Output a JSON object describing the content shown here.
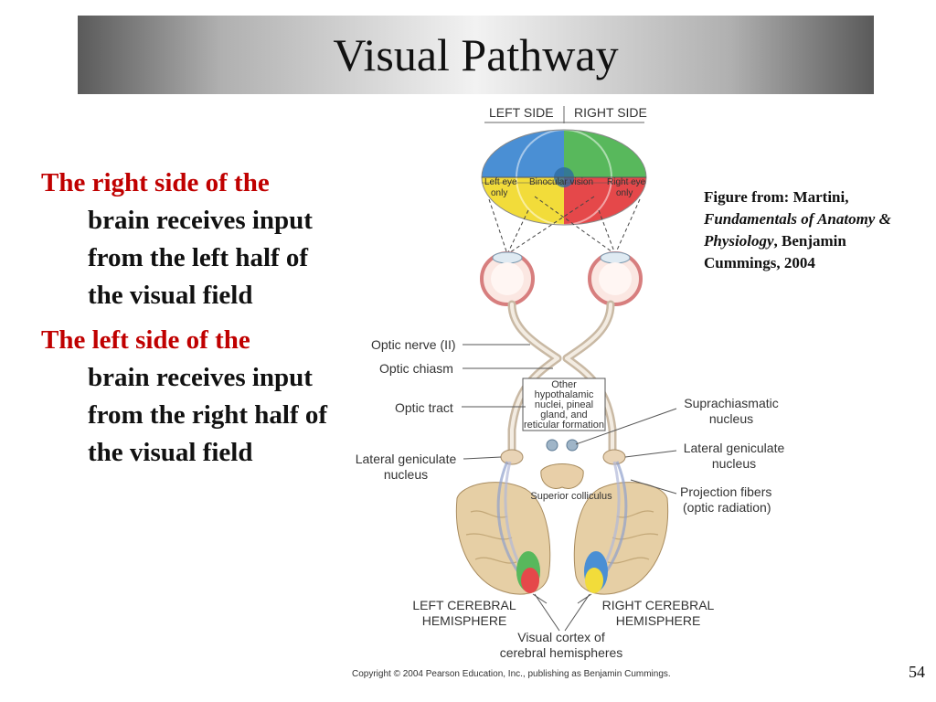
{
  "slide": {
    "title": "Visual Pathway",
    "page_number": "54"
  },
  "bullets": [
    {
      "first_line": "The right side of the",
      "rest": "brain receives input from the left half of the visual field"
    },
    {
      "first_line": "The left side of the",
      "rest": "brain receives input from the right half of the visual field"
    }
  ],
  "credit": {
    "prefix": "Figure from: Martini,",
    "book": "Fundamentals of Anatomy & Physiology",
    "suffix": ", Benjamin Cummings, 2004"
  },
  "figure": {
    "left_side": "LEFT SIDE",
    "right_side": "RIGHT SIDE",
    "left_eye_only": [
      "Left eye",
      "only"
    ],
    "binocular": "Binocular vision",
    "right_eye_only": [
      "Right eye",
      "only"
    ],
    "optic_nerve": "Optic nerve (II)",
    "optic_chiasm": "Optic chiasm",
    "optic_tract": "Optic tract",
    "other_box": [
      "Other",
      "hypothalamic",
      "nuclei, pineal",
      "gland, and",
      "reticular formation"
    ],
    "suprachiasmatic": [
      "Suprachiasmatic",
      "nucleus"
    ],
    "lgn_left": [
      "Lateral geniculate",
      "nucleus"
    ],
    "lgn_right": [
      "Lateral geniculate",
      "nucleus"
    ],
    "superior_colliculus": "Superior colliculus",
    "projection_fibers": [
      "Projection fibers",
      "(optic radiation)"
    ],
    "left_hemisphere": [
      "LEFT CEREBRAL",
      "HEMISPHERE"
    ],
    "right_hemisphere": [
      "RIGHT CEREBRAL",
      "HEMISPHERE"
    ],
    "visual_cortex": [
      "Visual cortex of",
      "cerebral hemispheres"
    ],
    "copyright": "Copyright © 2004 Pearson Education, Inc., publishing as Benjamin Cummings."
  },
  "colors": {
    "accent_red": "#c00000",
    "field_blue": "#3f86d0",
    "field_green": "#4fb257",
    "field_yellow": "#f2dc3a",
    "field_red": "#e0403c"
  }
}
